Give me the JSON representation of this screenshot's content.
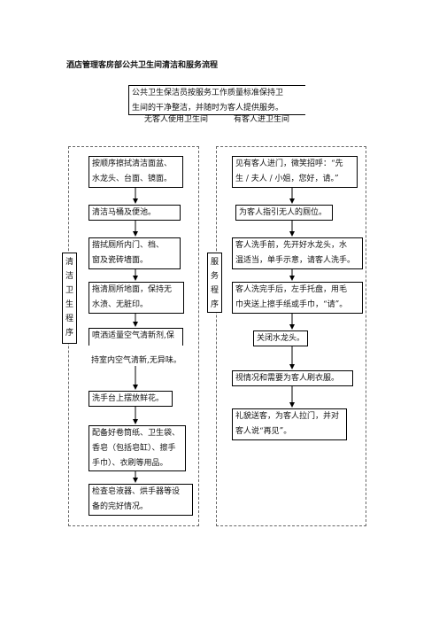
{
  "title": "酒店管理客房部公共卫生间清洁和服务流程",
  "intro": {
    "line1": "公共卫生保洁员按服务工作质量标准保持卫",
    "line2": "生间的干净整洁，并随时为客人提供服务。"
  },
  "branch_left": "无客人使用卫生间",
  "branch_right": "有客人进卫生间",
  "left_label": "清洁卫生程序",
  "right_label": "服务程序",
  "cleaning_steps": [
    {
      "line1": "按顺序擦拭清洁面盆、",
      "line2": "水龙头、台面、镜面。"
    },
    {
      "line1": "清洁马桶及便池。"
    },
    {
      "line1": "揩拭厕所内门、档、",
      "line2": "窗及瓷砖墙面。"
    },
    {
      "line1": "拖清厕所地面，保持无",
      "line2": "水渍、无脏印。"
    },
    {
      "line1": "喷洒适量空气清新剂,保",
      "line2": "持室内空气清新,无异味。"
    },
    {
      "line1": "洗手台上摆放鲜花。"
    },
    {
      "line1": "配备好卷筒纸、卫生袋、",
      "line2": "香皂（包括皂缸）、擦手",
      "line3": "手巾）、衣刷等用品。"
    },
    {
      "line1": "检查皂液器、烘手器等设",
      "line2": "备的完好情况。"
    }
  ],
  "service_steps": [
    {
      "line1": "见有客人进门，微笑招呼：“先",
      "line2": "生 / 夫人 / 小姐，您好，请。”"
    },
    {
      "line1": "为客人指引无人的厕位。"
    },
    {
      "line1": "客人洗手前，先开好水龙头，水",
      "line2": "温适当，单手示意，请客人洗手。"
    },
    {
      "line1": "客人洗完手后，左手托盘，用毛",
      "line2": "巾夹送上擦手纸或手巾，“请”。"
    },
    {
      "line1": "关闭水龙头。"
    },
    {
      "line1": "视情况和需要为客人刷衣服。"
    },
    {
      "line1": "礼貌送客，为客人拉门，并对",
      "line2": "客人说“再见”。"
    }
  ]
}
